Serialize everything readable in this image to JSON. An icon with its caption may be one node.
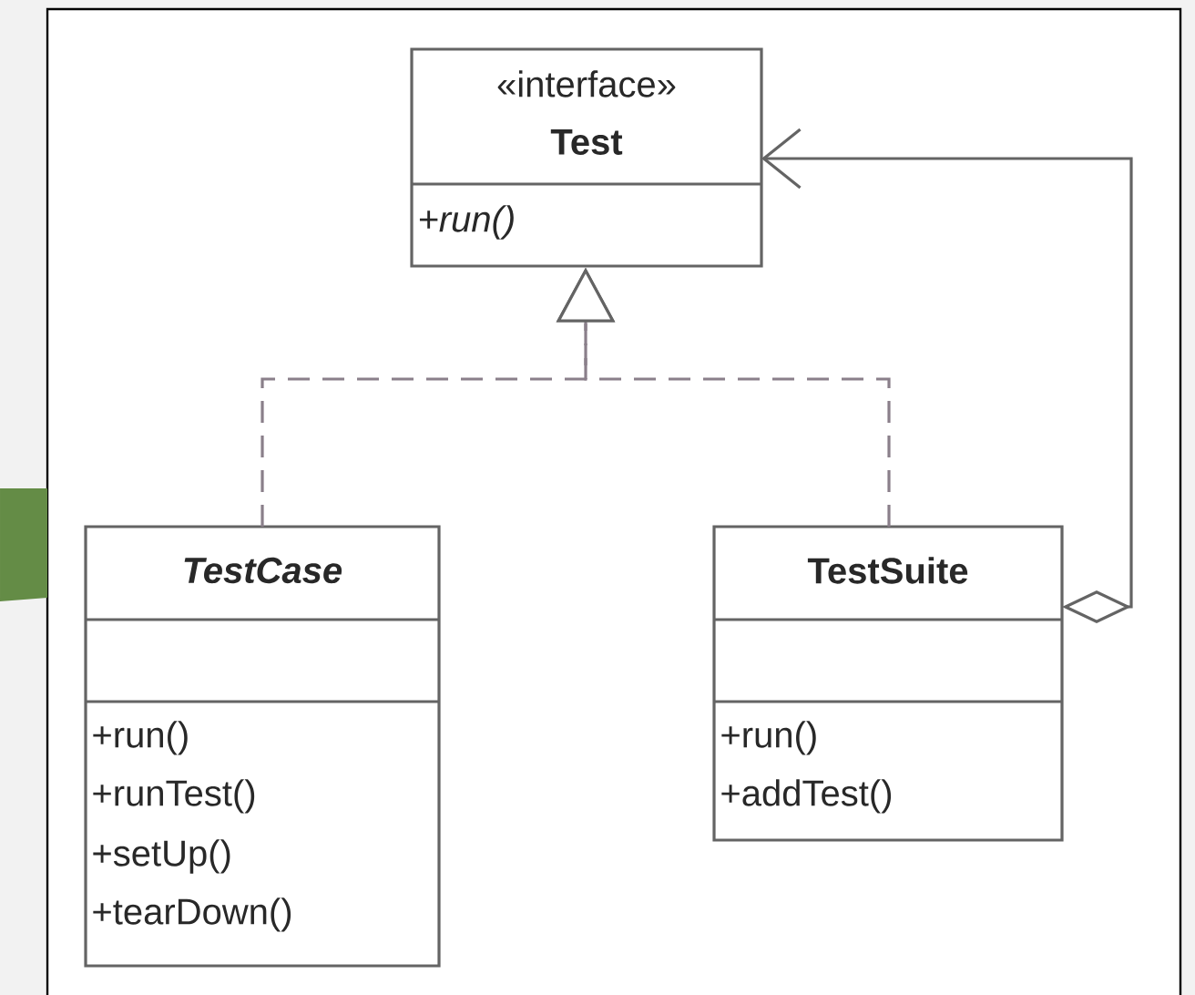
{
  "diagram": {
    "nodes": [
      {
        "text": [
          "«interface»",
          "Test",
          "+run()"
        ]
      },
      {
        "text": [
          "TestCase",
          "+run()",
          "+runTest()",
          "+setUp()",
          "+tearDown()"
        ]
      },
      {
        "text": [
          "TestSuite",
          "+run()",
          "+addTest()"
        ]
      }
    ],
    "edges": [
      {
        "from": 1,
        "to": 0,
        "arrow": "to",
        "style": "dashed",
        "color": "#8a7f8a"
      },
      {
        "from": 2,
        "to": 0,
        "arrow": "to",
        "style": "dashed",
        "color": "#8a7f8a"
      },
      {
        "from": 2,
        "to": 0,
        "arrow": "to"
      }
    ]
  }
}
